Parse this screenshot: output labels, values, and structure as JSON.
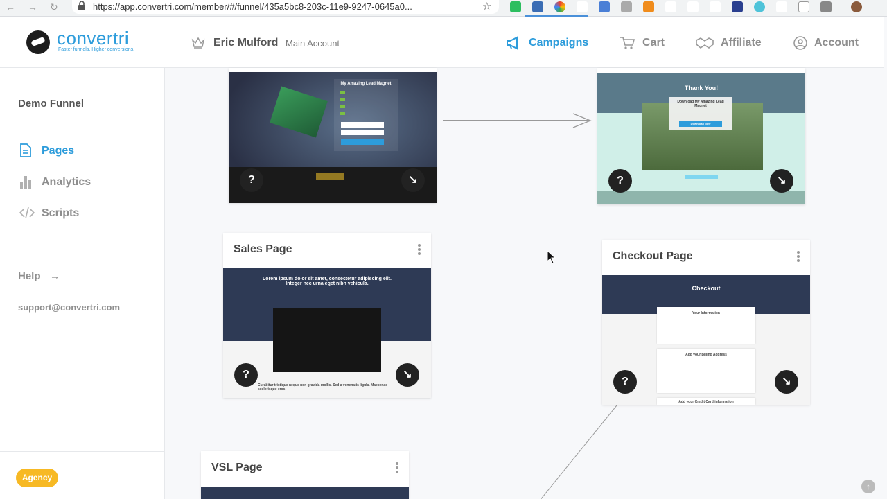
{
  "browser": {
    "url": "https://app.convertri.com/member/#/funnel/435a5bc8-203c-11e9-9247-0645a0..."
  },
  "header": {
    "logo_name": "convertri",
    "logo_tagline": "Faster funnels. Higher conversions.",
    "account_name": "Eric Mulford",
    "account_type": "Main Account",
    "nav": {
      "campaigns": "Campaigns",
      "cart": "Cart",
      "affiliate": "Affiliate",
      "account": "Account"
    }
  },
  "sidebar": {
    "funnel_name": "Demo Funnel",
    "items": [
      {
        "label": "Pages",
        "icon": "page-icon"
      },
      {
        "label": "Analytics",
        "icon": "bar-chart-icon"
      },
      {
        "label": "Scripts",
        "icon": "code-icon"
      }
    ],
    "help": "Help",
    "support_email": "support@convertri.com",
    "badge": "Agency"
  },
  "canvas": {
    "optin_thumb": {
      "heading": "My Amazing Lead Magnet"
    },
    "thankyou_thumb": {
      "heading": "Thank You!",
      "popup": "Download My Amazing Lead Magnet",
      "button": "Download Now"
    },
    "sales": {
      "title": "Sales Page",
      "headline": "Lorem ipsum dolor sit amet, consectetur adipiscing elit. Integer nec urna eget nibh vehicula.",
      "body_text": "Curabitur tristique neque non gravida mollis. Sed a venenatis ligula. Maecenas scelerisque eros"
    },
    "checkout": {
      "title": "Checkout Page",
      "heading": "Checkout",
      "section1": "Your Information",
      "section2": "Add your Billing Address",
      "section3": "Add your Credit Card information"
    },
    "vsl": {
      "title": "VSL Page"
    },
    "help_glyph": "?",
    "open_glyph": "↘"
  }
}
